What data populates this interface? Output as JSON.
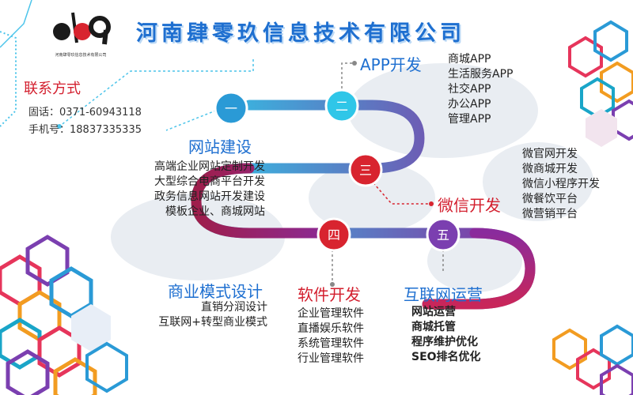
{
  "header": {
    "company_name": "河南肆零玖信息技术有限公司",
    "logo_caption": "河南肆零玖信息技术有限公司"
  },
  "contact": {
    "heading": "联系方式",
    "phone": "固话：0371-60943118",
    "mobile": "手机号：18837335335"
  },
  "steps": [
    {
      "numeral": "一",
      "title": "网站建设",
      "items": [
        "高端企业网站定制开发",
        "大型综合电商平台开发",
        "政务信息网站开发建设",
        "模板企业、商城网站"
      ]
    },
    {
      "numeral": "二",
      "title": "APP开发",
      "items": [
        "商城APP",
        "生活服务APP",
        "社交APP",
        "办公APP",
        "管理APP"
      ]
    },
    {
      "numeral": "三",
      "title": "微信开发",
      "items": [
        "微官网开发",
        "微商城开发",
        "微信小程序开发",
        "微餐饮平台",
        "微营销平台"
      ]
    },
    {
      "numeral": "四",
      "title": "软件开发",
      "items": [
        "企业管理软件",
        "直播娱乐软件",
        "系统管理软件",
        "行业管理软件"
      ]
    },
    {
      "numeral": "五",
      "title": "互联网运营",
      "items": [
        "网站运营",
        "商城托管",
        "程序维护优化",
        "SEO排名优化"
      ]
    }
  ],
  "business_model": {
    "title": "商业模式设计",
    "items": [
      "直销分润设计",
      "互联网+转型商业模式"
    ]
  },
  "colors": {
    "title_blue": "#1e6fd0",
    "title_red": "#d31f2e",
    "step_red": "#d8242f",
    "path_cyan": "#2fc6e8",
    "path_purple": "#8a2b9c"
  }
}
